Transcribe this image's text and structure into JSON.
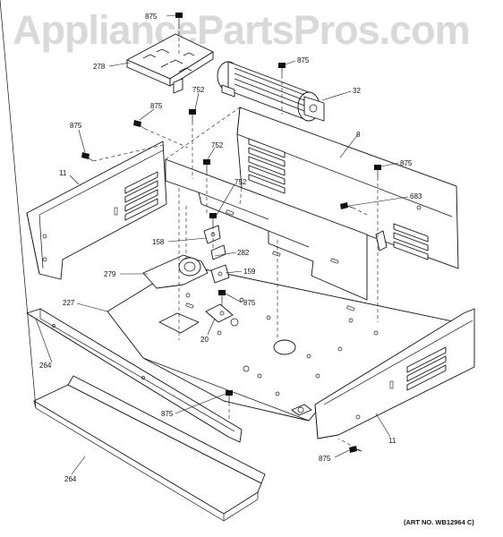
{
  "watermark": "AppliancePartsPros.com",
  "art_number": "(ART NO. WB12964 C)",
  "callouts": {
    "c875a": "875",
    "c278": "278",
    "c875b": "875",
    "c32": "32",
    "c752a": "752",
    "c875c": "875",
    "c875d": "875",
    "c752b": "752",
    "c8": "8",
    "c875e": "875",
    "c11a": "11",
    "c752c": "752",
    "c683": "683",
    "c158": "158",
    "c282": "282",
    "c279": "279",
    "c159": "159",
    "c875f": "875",
    "c227": "227",
    "c20": "20",
    "c264a": "264",
    "c875g": "875",
    "c11b": "11",
    "c264b": "264",
    "c875h": "875"
  }
}
